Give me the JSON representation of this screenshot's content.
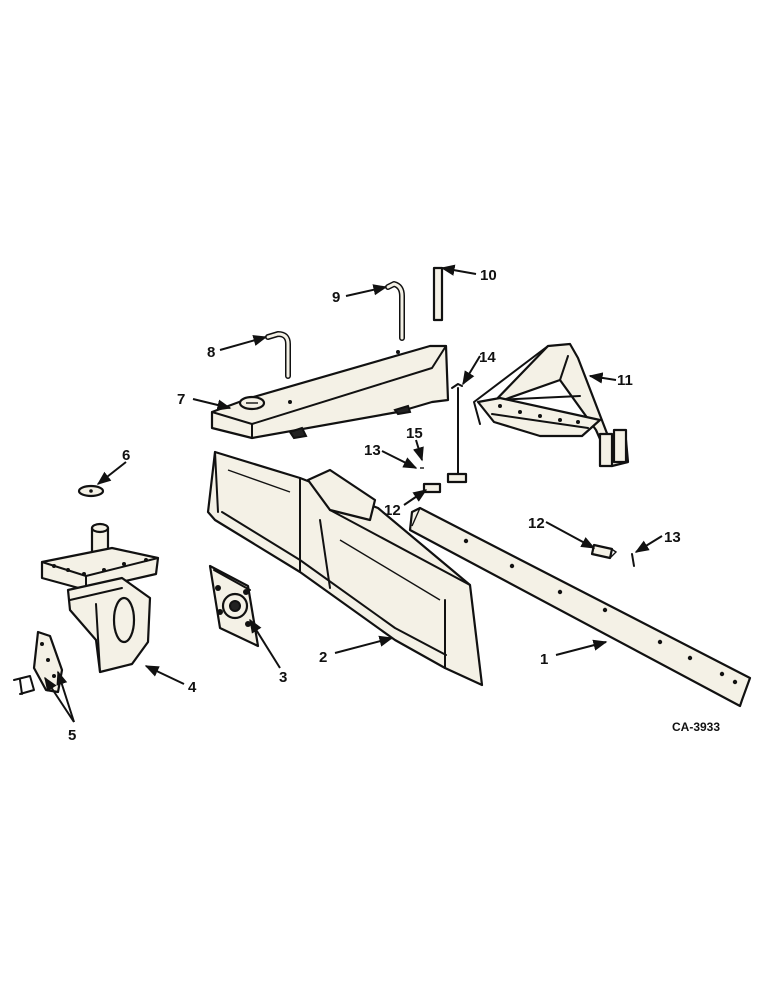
{
  "callouts": {
    "c1": "1",
    "c2": "2",
    "c3": "3",
    "c4": "4",
    "c5": "5",
    "c6": "6",
    "c7": "7",
    "c8": "8",
    "c9": "9",
    "c10": "10",
    "c11": "11",
    "c12a": "12",
    "c12b": "12",
    "c13a": "13",
    "c13b": "13",
    "c14": "14",
    "c15": "15"
  },
  "figure_code": "CA-3933"
}
